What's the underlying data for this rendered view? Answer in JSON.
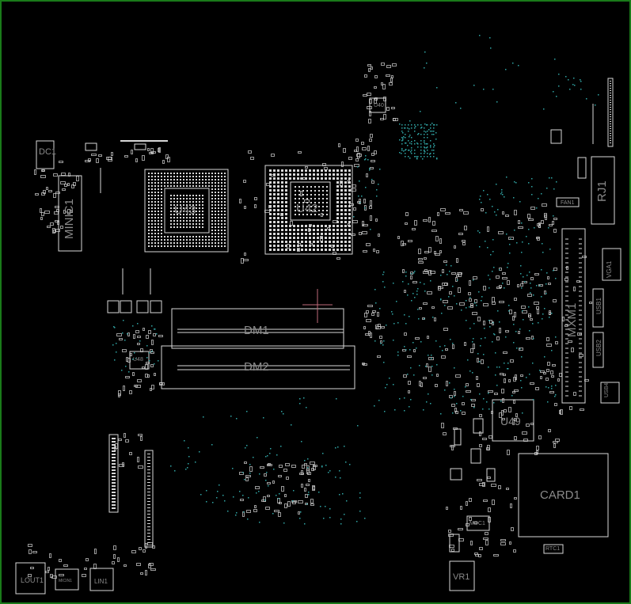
{
  "colors": {
    "background": "#000000",
    "border": "#1a7a1a",
    "outline": "#d8d8d8",
    "label": "#8a8a8a",
    "via": "#2fa4a4",
    "crosshair": "#c06a7a"
  },
  "labels": {
    "dc1": "DC1",
    "minic1": "MINIC1",
    "u43": "U43",
    "u42": "U42",
    "u40": "U40",
    "fan1": "FAN1",
    "rj1": "RJ1",
    "vga1": "VGA1",
    "usb1": "USB1",
    "usb2": "USB2",
    "mxm1": "MXM1",
    "usb4": "USB4",
    "dm1": "DM1",
    "dm2": "DM2",
    "u48": "U48",
    "u49": "U49",
    "card1": "CARD1",
    "mdc1": "MDC1",
    "rtc1": "RTC1",
    "vr1": "VR1",
    "lout1": "LOUT1",
    "micin1": "MICIN1",
    "lin1": "LIN1"
  }
}
